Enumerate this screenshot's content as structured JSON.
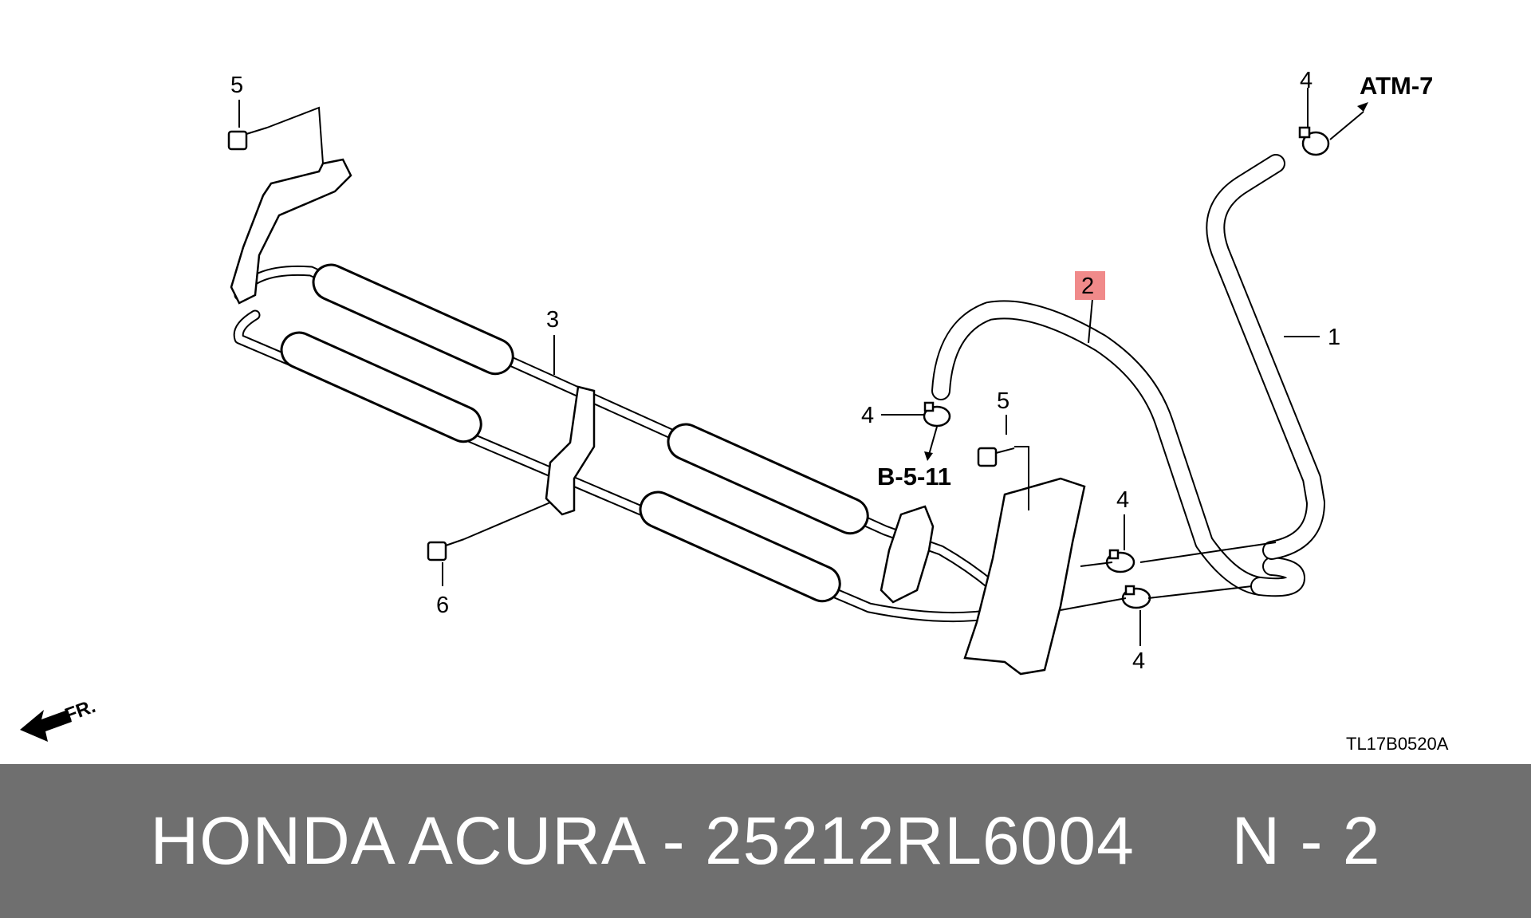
{
  "diagram": {
    "callouts": [
      {
        "id": "c5a",
        "label": "5"
      },
      {
        "id": "c4a",
        "label": "4"
      },
      {
        "id": "c3",
        "label": "3"
      },
      {
        "id": "c2",
        "label": "2",
        "highlight_color": "#f08a8a"
      },
      {
        "id": "c1",
        "label": "1"
      },
      {
        "id": "c4b",
        "label": "4"
      },
      {
        "id": "c5b",
        "label": "5"
      },
      {
        "id": "c4c",
        "label": "4"
      },
      {
        "id": "c4d",
        "label": "4"
      },
      {
        "id": "c6",
        "label": "6"
      }
    ],
    "references": {
      "atm": "ATM-7",
      "b511": "B-5-11"
    },
    "front_label": "FR.",
    "drawing_code": "TL17B0520A"
  },
  "banner": {
    "text": "HONDA ACURA - 25212RL6004     N - 2",
    "background": "#6f6f6f",
    "text_color": "#ffffff"
  }
}
